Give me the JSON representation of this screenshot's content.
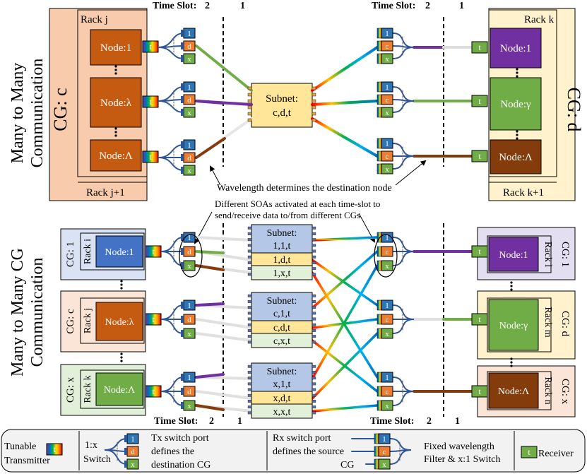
{
  "top": {
    "side_label": "Many to Many Communication",
    "side_label_lines": [
      "Many to Many",
      "Communication"
    ],
    "timeslot_label": "Time Slot:",
    "timeslots": [
      "2",
      "1"
    ],
    "left_cg": "CG: c",
    "left_rack": "Rack j",
    "left_rack_next": "Rack j+1",
    "right_cg": "CG: d",
    "right_rack": "Rack k",
    "right_rack_next": "Rack k+1",
    "left_nodes": [
      "Node:1",
      "Node:λ",
      "Node:Λ"
    ],
    "right_nodes": [
      "Node:1",
      "Node:γ",
      "Node:Λ"
    ],
    "subnet_title": "Subnet:",
    "subnet_value": "c,d,t",
    "wavelength_note": "Wavelength determines the destination node"
  },
  "soa_note": [
    "Different SOAs activated at each time-slot to",
    "send/receive data to/from different CGs"
  ],
  "bottom": {
    "side_label": "Many to Many CG Communication",
    "side_label_lines": [
      "Many to Many CG",
      "Communication"
    ],
    "timeslot_label": "Time Slot:",
    "timeslots": [
      "2",
      "1"
    ],
    "left_groups": [
      {
        "cg": "CG: 1",
        "rack": "Rack i",
        "node": "Node:1",
        "color": "#4472c4"
      },
      {
        "cg": "CG: c",
        "rack": "Rack j",
        "node": "Node:λ",
        "color": "#c55a11"
      },
      {
        "cg": "CG: x",
        "rack": "Rack k",
        "node": "Node:Λ",
        "color": "#70ad47"
      }
    ],
    "right_groups": [
      {
        "cg": "CG: 1",
        "rack": "Rack l",
        "node": "Node:1",
        "color": "#7030a0"
      },
      {
        "cg": "CG: d",
        "rack": "Rack m",
        "node": "Node:γ",
        "color": "#70ad47"
      },
      {
        "cg": "CG: x",
        "rack": "Rack n",
        "node": "Node:Λ",
        "color": "#843c0c"
      }
    ],
    "subnets": [
      {
        "title": "Subnet:",
        "rows": [
          "1,1,t",
          "1,d,t",
          "1,x,t"
        ]
      },
      {
        "title": "Subnet:",
        "rows": [
          "c,1,t",
          "c,d,t",
          "c,x,t"
        ]
      },
      {
        "title": "Subnet:",
        "rows": [
          "x,1,t",
          "x,d,t",
          "x,x,t"
        ]
      }
    ]
  },
  "ports": {
    "tx": [
      "1",
      "d",
      "x"
    ],
    "rx": [
      "1",
      "c",
      "x"
    ],
    "t": "t"
  },
  "legend": {
    "tunable_transmitter": [
      "Tunable",
      "Transmitter"
    ],
    "switch_label": [
      "1:x",
      "Switch"
    ],
    "tx_port_text": [
      "Tx switch port",
      "defines the",
      "destination CG"
    ],
    "rx_port_text": [
      "Rx switch port",
      "defines the source",
      "CG"
    ],
    "filter_text": [
      "Fixed wavelength",
      "Filter & x:1 Switch"
    ],
    "receiver": "Receiver"
  },
  "colors": {
    "node_orange": "#c55a11",
    "node_purple": "#7030a0",
    "node_green": "#70ad47",
    "node_brown": "#843c0c",
    "node_blue": "#4472c4",
    "port_blue": "#2e75b6",
    "port_orange": "#ed7d31",
    "port_green": "#70ad47",
    "subnet_blue": "#b4c7e7",
    "subnet_yellow": "#ffe699",
    "subnet_green": "#e2f0d9",
    "cg_c_bg": "#f8cbad",
    "cg_d_bg": "#fff2cc",
    "fiber_blue": "#2f5597"
  }
}
